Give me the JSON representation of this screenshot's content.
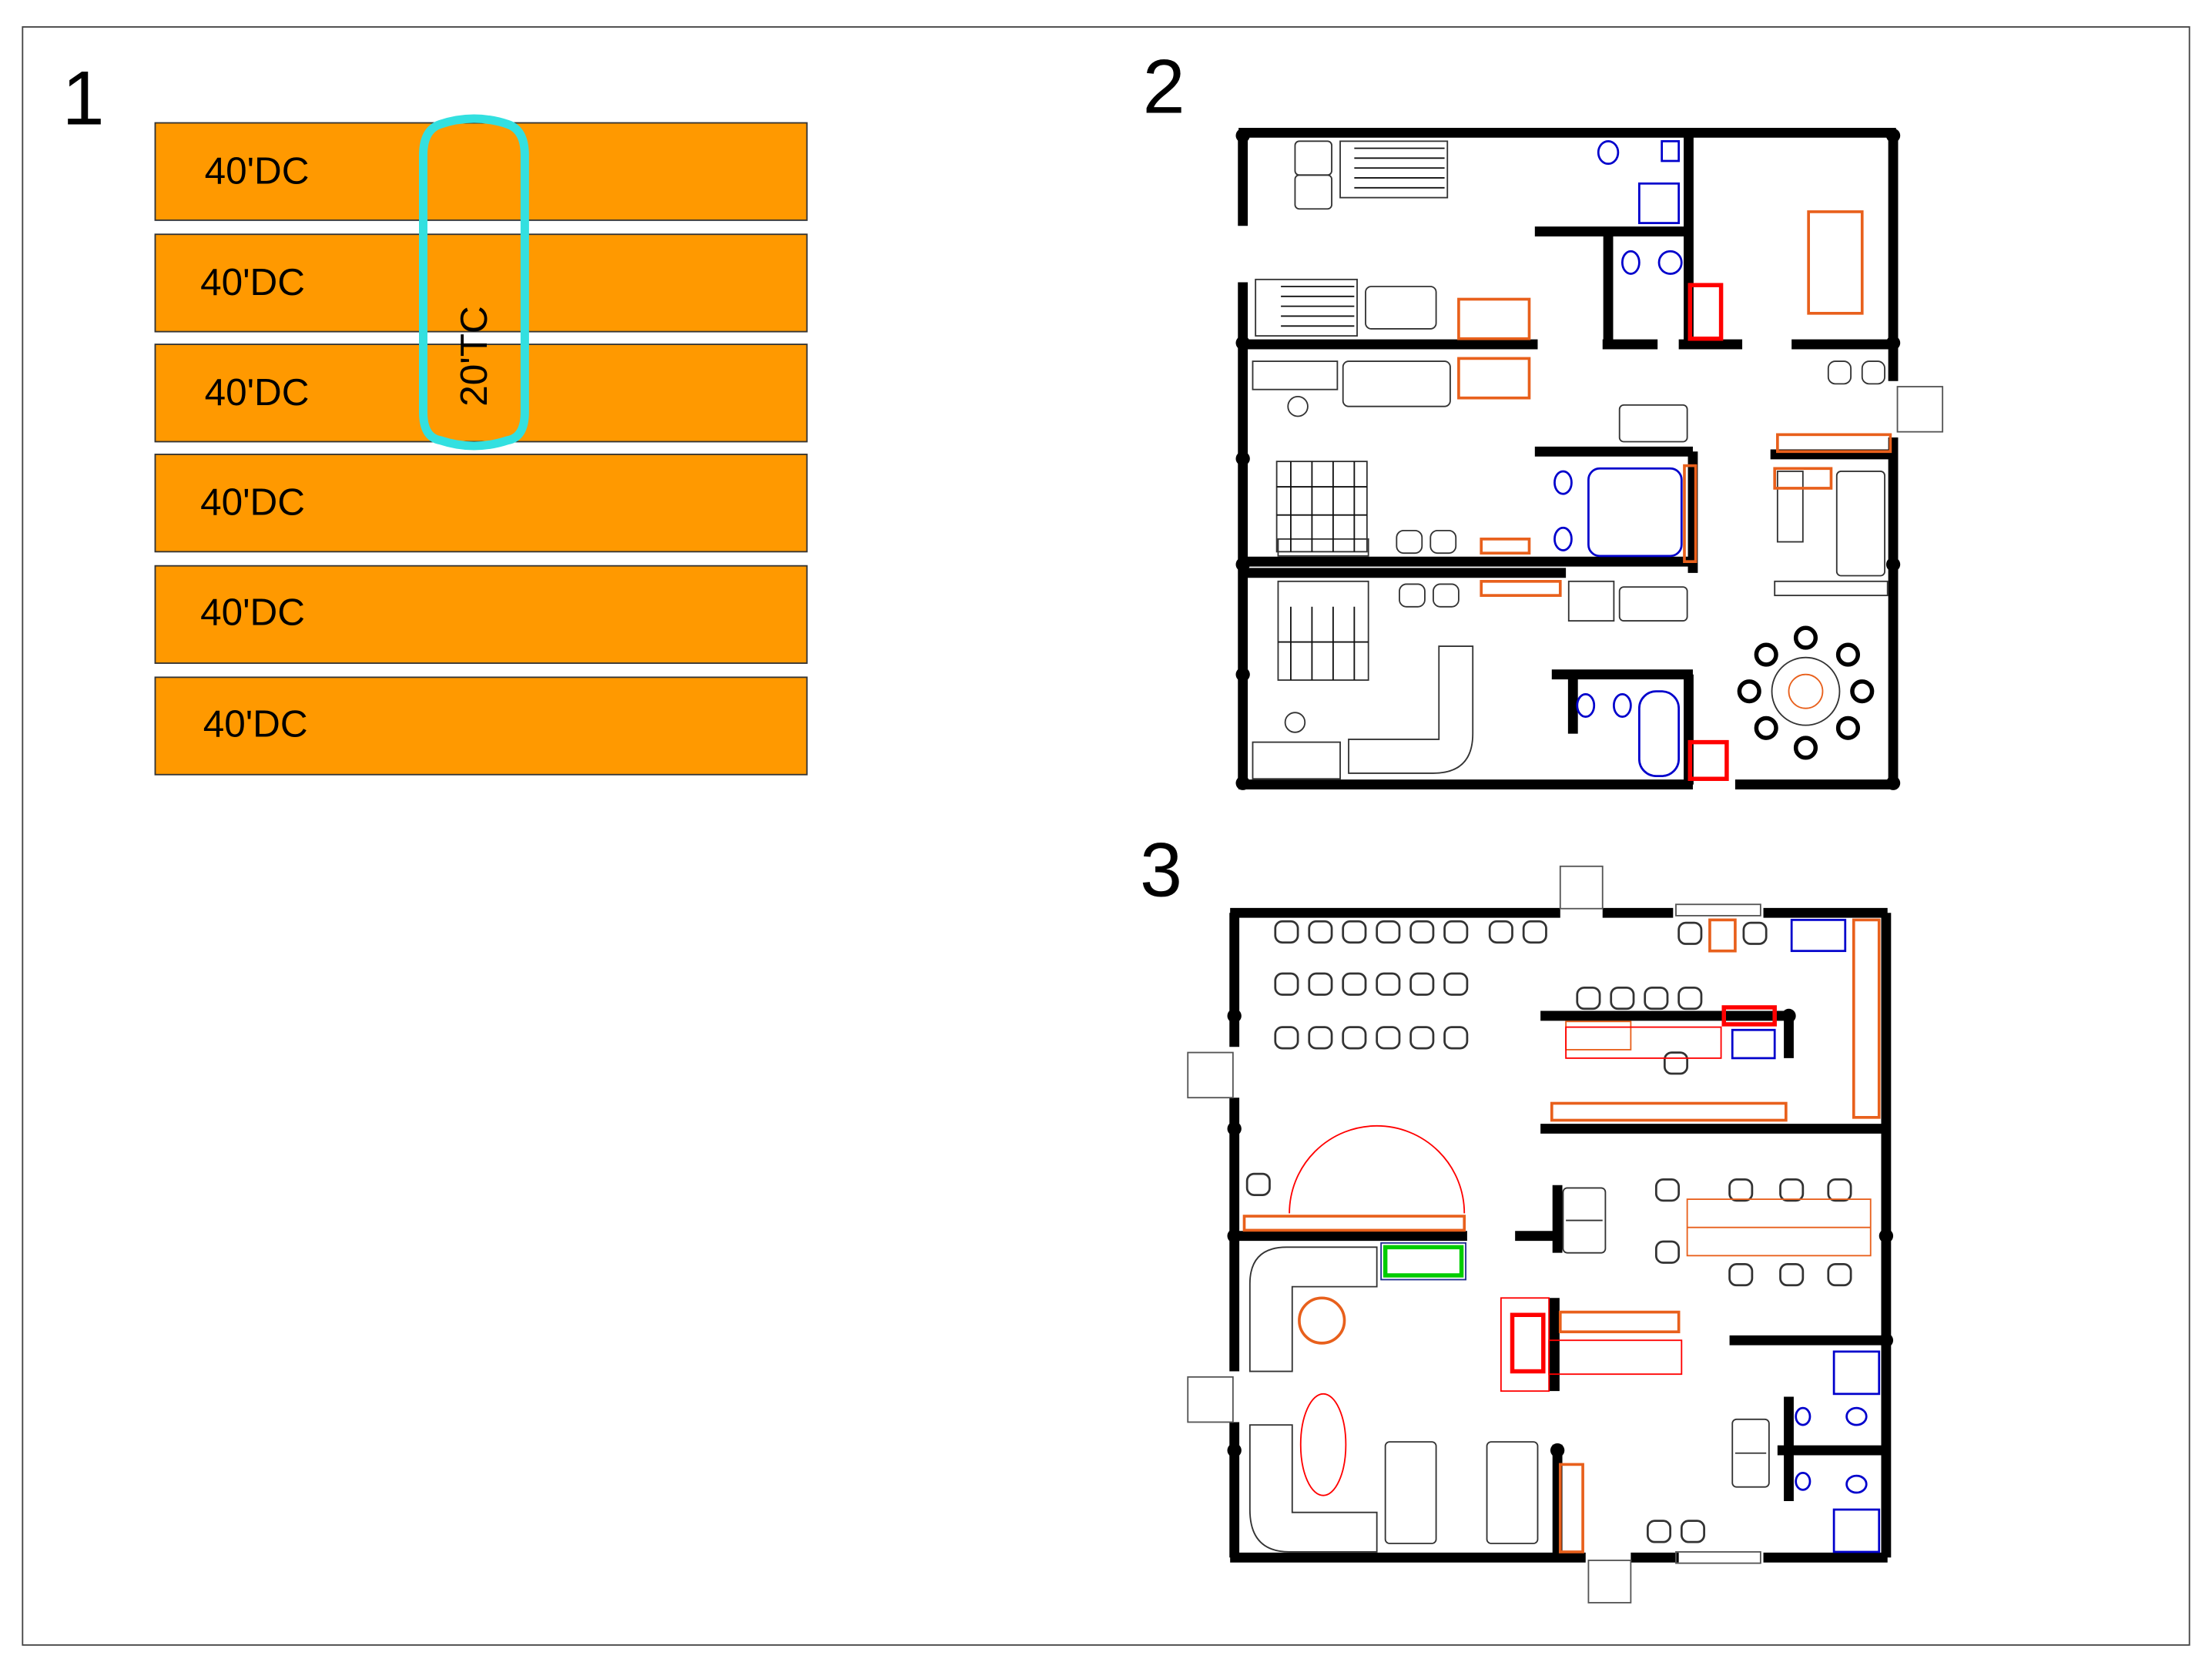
{
  "panels": [
    {
      "number": "1"
    },
    {
      "number": "2"
    },
    {
      "number": "3"
    }
  ],
  "layout1": {
    "containers": [
      "40'DC",
      "40'DC",
      "40'DC",
      "40'DC",
      "40'DC",
      "40'DC"
    ],
    "tank": "20'TC"
  },
  "colors": {
    "container_fill": "#FF9900",
    "tank_stroke": "#33E0E0",
    "wall": "#000000",
    "furniture": "#333333",
    "sanitary": "#0000CC",
    "accent_orange": "#E8601C",
    "accent_red": "#FF0000",
    "accent_green": "#00CC00"
  }
}
